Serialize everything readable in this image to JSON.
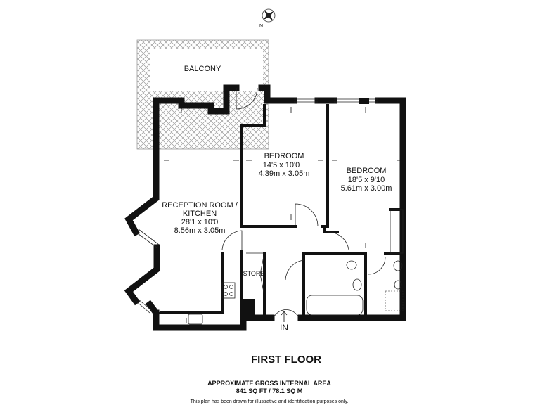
{
  "compass": {
    "label": "N",
    "icon": "north-arrow-icon"
  },
  "rooms": {
    "balcony": {
      "name": "BALCONY"
    },
    "reception": {
      "name": "RECEPTION ROOM /",
      "name2": "KITCHEN",
      "imperial": "28'1 x 10'0",
      "metric": "8.56m x 3.05m"
    },
    "bedroom1": {
      "name": "BEDROOM",
      "imperial": "14'5 x 10'0",
      "metric": "4.39m x 3.05m"
    },
    "bedroom2": {
      "name": "BEDROOM",
      "imperial": "18'5 x 9'10",
      "metric": "5.61m x 3.00m"
    },
    "store": {
      "name": "STORE"
    }
  },
  "entrance": {
    "label": "IN"
  },
  "floor_title": "FIRST FLOOR",
  "area": {
    "heading": "APPROXIMATE GROSS INTERNAL AREA",
    "value": "841 SQ FT / 78.1 SQ M"
  },
  "disclaimer": "This plan has been drawn for illustrative and identification purposes only.",
  "colors": {
    "wall": "#111111",
    "hatch": "#9a9a9a",
    "background": "#ffffff"
  }
}
